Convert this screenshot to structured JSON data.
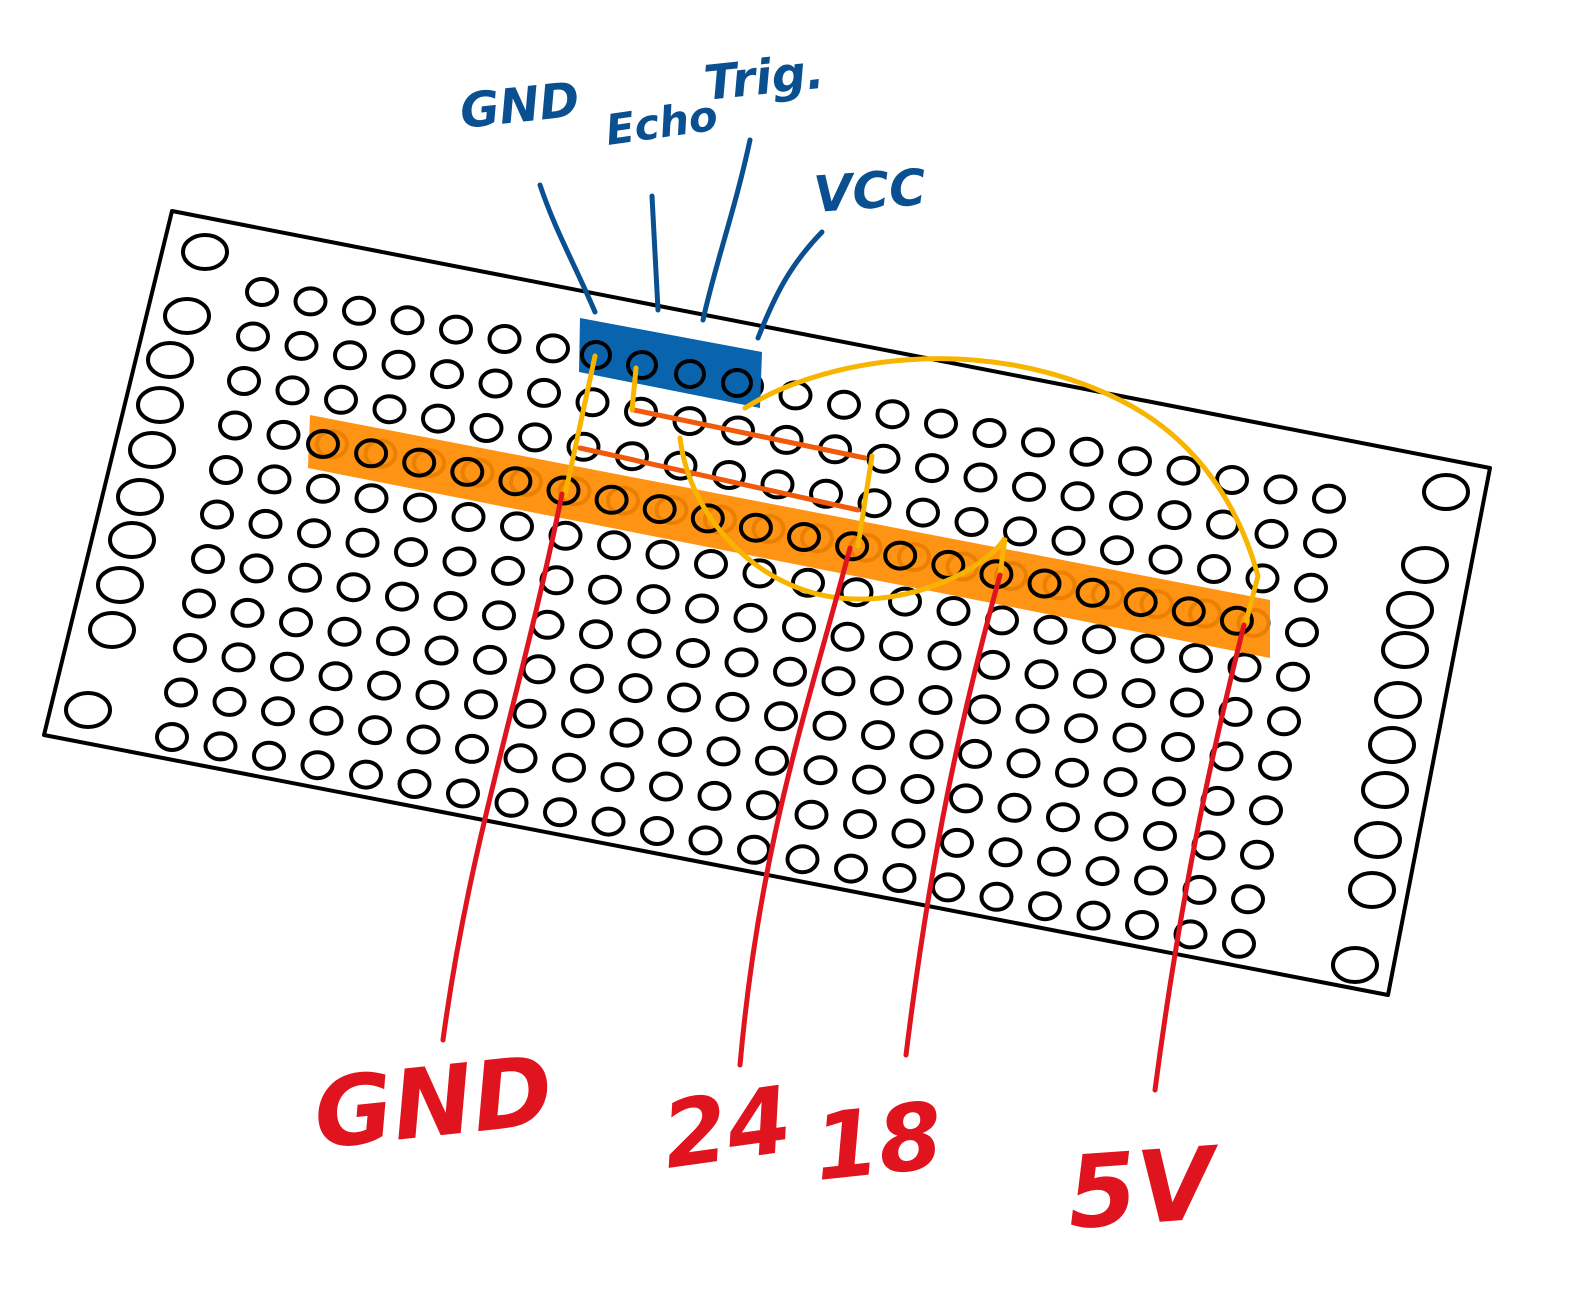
{
  "sensor_pins": [
    {
      "label": "GND",
      "color": "#0a4f8f"
    },
    {
      "label": "Echo",
      "color": "#0a4f8f"
    },
    {
      "label": "Trig.",
      "color": "#0a4f8f"
    },
    {
      "label": "VCC",
      "color": "#0a4f8f"
    }
  ],
  "pi_connections": [
    {
      "label": "GND",
      "color": "#e0141e"
    },
    {
      "label": "24",
      "color": "#e0141e"
    },
    {
      "label": "18",
      "color": "#e0141e"
    },
    {
      "label": "5V",
      "color": "#e0141e"
    }
  ],
  "colors": {
    "board_outline": "#000000",
    "header": "#0a5fa6",
    "sensor_labels": "#0a4f8f",
    "pi_wires": "#e0141e",
    "jumpers": "#f7b500",
    "resistors": "#f05a0a",
    "strip": "#ff7f00"
  },
  "board": {
    "description_icon": "perfboard-icon"
  }
}
